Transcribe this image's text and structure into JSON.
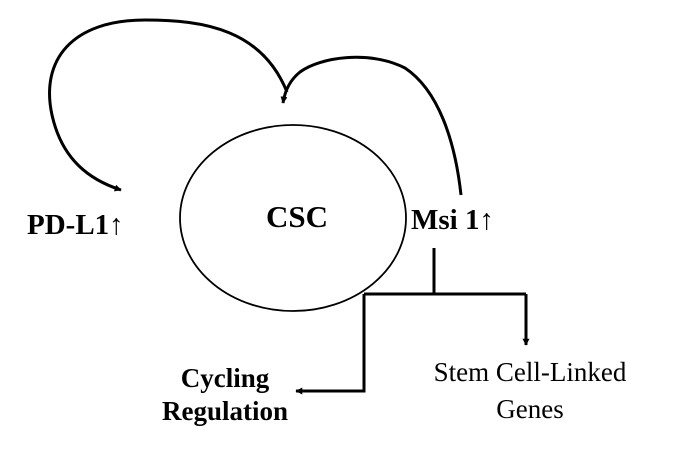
{
  "diagram": {
    "center": {
      "label": "CSC"
    },
    "left_marker": {
      "label": "PD-L1↑"
    },
    "right_marker": {
      "label": "Msi 1↑"
    },
    "left_target": {
      "line1": "Cycling",
      "line2": "Regulation"
    },
    "right_target": {
      "line1": "Stem Cell-Linked",
      "line2": "Genes"
    }
  }
}
